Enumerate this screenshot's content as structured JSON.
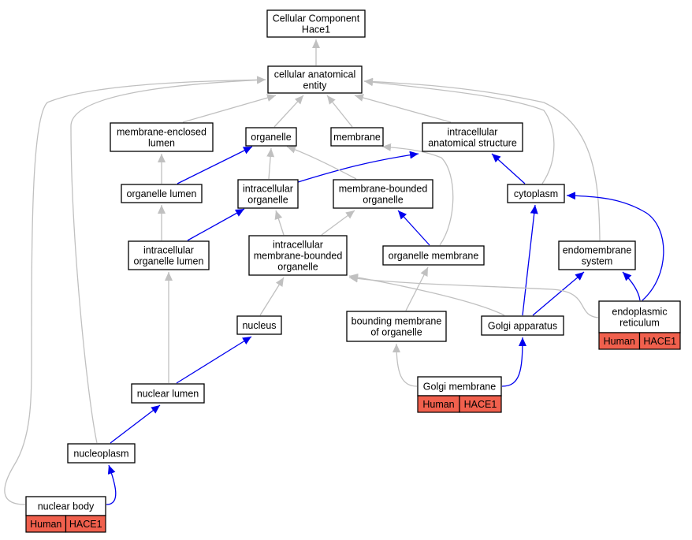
{
  "colors": {
    "is_a_edge": "#c0c0c0",
    "part_of_edge": "#0000ee",
    "annotation_badge": "#f0604d"
  },
  "nodes": {
    "root": {
      "lines": [
        "Cellular Component",
        "Hace1"
      ]
    },
    "cellular_anatomical_entity": {
      "lines": [
        "cellular anatomical",
        "entity"
      ]
    },
    "membrane_enclosed_lumen": {
      "lines": [
        "membrane-enclosed",
        "lumen"
      ]
    },
    "organelle": {
      "lines": [
        "organelle"
      ]
    },
    "membrane": {
      "lines": [
        "membrane"
      ]
    },
    "intracellular_anatomical_structure": {
      "lines": [
        "intracellular",
        "anatomical structure"
      ]
    },
    "organelle_lumen": {
      "lines": [
        "organelle lumen"
      ]
    },
    "intracellular_organelle": {
      "lines": [
        "intracellular",
        "organelle"
      ]
    },
    "membrane_bounded_organelle": {
      "lines": [
        "membrane-bounded",
        "organelle"
      ]
    },
    "cytoplasm": {
      "lines": [
        "cytoplasm"
      ]
    },
    "intracellular_organelle_lumen": {
      "lines": [
        "intracellular",
        "organelle lumen"
      ]
    },
    "intracellular_membrane_bounded_organelle": {
      "lines": [
        "intracellular",
        "membrane-bounded",
        "organelle"
      ]
    },
    "organelle_membrane": {
      "lines": [
        "organelle membrane"
      ]
    },
    "endomembrane_system": {
      "lines": [
        "endomembrane",
        "system"
      ]
    },
    "nucleus": {
      "lines": [
        "nucleus"
      ]
    },
    "bounding_membrane_of_organelle": {
      "lines": [
        "bounding membrane",
        "of organelle"
      ]
    },
    "golgi_apparatus": {
      "lines": [
        "Golgi apparatus"
      ]
    },
    "endoplasmic_reticulum": {
      "lines": [
        "endoplasmic",
        "reticulum"
      ],
      "annotation": [
        "Human",
        "HACE1"
      ]
    },
    "nuclear_lumen": {
      "lines": [
        "nuclear lumen"
      ]
    },
    "golgi_membrane": {
      "lines": [
        "Golgi membrane"
      ],
      "annotation": [
        "Human",
        "HACE1"
      ]
    },
    "nucleoplasm": {
      "lines": [
        "nucleoplasm"
      ]
    },
    "nuclear_body": {
      "lines": [
        "nuclear body"
      ],
      "annotation": [
        "Human",
        "HACE1"
      ]
    }
  },
  "edges": [
    {
      "from": "cellular_anatomical_entity",
      "to": "root",
      "type": "is_a"
    },
    {
      "from": "membrane_enclosed_lumen",
      "to": "cellular_anatomical_entity",
      "type": "is_a"
    },
    {
      "from": "organelle",
      "to": "cellular_anatomical_entity",
      "type": "is_a"
    },
    {
      "from": "membrane",
      "to": "cellular_anatomical_entity",
      "type": "is_a"
    },
    {
      "from": "intracellular_anatomical_structure",
      "to": "cellular_anatomical_entity",
      "type": "is_a"
    },
    {
      "from": "organelle_lumen",
      "to": "membrane_enclosed_lumen",
      "type": "is_a"
    },
    {
      "from": "organelle_lumen",
      "to": "organelle",
      "type": "part_of"
    },
    {
      "from": "intracellular_organelle",
      "to": "organelle",
      "type": "is_a"
    },
    {
      "from": "intracellular_organelle",
      "to": "intracellular_anatomical_structure",
      "type": "part_of"
    },
    {
      "from": "membrane_bounded_organelle",
      "to": "organelle",
      "type": "is_a"
    },
    {
      "from": "cytoplasm",
      "to": "intracellular_anatomical_structure",
      "type": "part_of"
    },
    {
      "from": "cytoplasm",
      "to": "cellular_anatomical_entity",
      "type": "is_a"
    },
    {
      "from": "intracellular_organelle_lumen",
      "to": "organelle_lumen",
      "type": "is_a"
    },
    {
      "from": "intracellular_organelle_lumen",
      "to": "intracellular_organelle",
      "type": "part_of"
    },
    {
      "from": "intracellular_membrane_bounded_organelle",
      "to": "intracellular_organelle",
      "type": "is_a"
    },
    {
      "from": "intracellular_membrane_bounded_organelle",
      "to": "membrane_bounded_organelle",
      "type": "is_a"
    },
    {
      "from": "organelle_membrane",
      "to": "membrane_bounded_organelle",
      "type": "part_of"
    },
    {
      "from": "organelle_membrane",
      "to": "membrane",
      "type": "is_a"
    },
    {
      "from": "endomembrane_system",
      "to": "cellular_anatomical_entity",
      "type": "is_a"
    },
    {
      "from": "nucleus",
      "to": "intracellular_membrane_bounded_organelle",
      "type": "is_a"
    },
    {
      "from": "bounding_membrane_of_organelle",
      "to": "organelle_membrane",
      "type": "is_a"
    },
    {
      "from": "golgi_apparatus",
      "to": "intracellular_membrane_bounded_organelle",
      "type": "is_a"
    },
    {
      "from": "golgi_apparatus",
      "to": "cytoplasm",
      "type": "part_of"
    },
    {
      "from": "golgi_apparatus",
      "to": "endomembrane_system",
      "type": "part_of"
    },
    {
      "from": "endoplasmic_reticulum",
      "to": "intracellular_membrane_bounded_organelle",
      "type": "is_a"
    },
    {
      "from": "endoplasmic_reticulum",
      "to": "endomembrane_system",
      "type": "part_of"
    },
    {
      "from": "endoplasmic_reticulum",
      "to": "cytoplasm",
      "type": "part_of"
    },
    {
      "from": "nuclear_lumen",
      "to": "intracellular_organelle_lumen",
      "type": "is_a"
    },
    {
      "from": "nuclear_lumen",
      "to": "nucleus",
      "type": "part_of"
    },
    {
      "from": "golgi_membrane",
      "to": "bounding_membrane_of_organelle",
      "type": "is_a"
    },
    {
      "from": "golgi_membrane",
      "to": "golgi_apparatus",
      "type": "part_of"
    },
    {
      "from": "nucleoplasm",
      "to": "nuclear_lumen",
      "type": "part_of"
    },
    {
      "from": "nucleoplasm",
      "to": "cellular_anatomical_entity",
      "type": "is_a"
    },
    {
      "from": "nuclear_body",
      "to": "nucleoplasm",
      "type": "part_of"
    },
    {
      "from": "nuclear_body",
      "to": "cellular_anatomical_entity",
      "type": "is_a"
    }
  ]
}
